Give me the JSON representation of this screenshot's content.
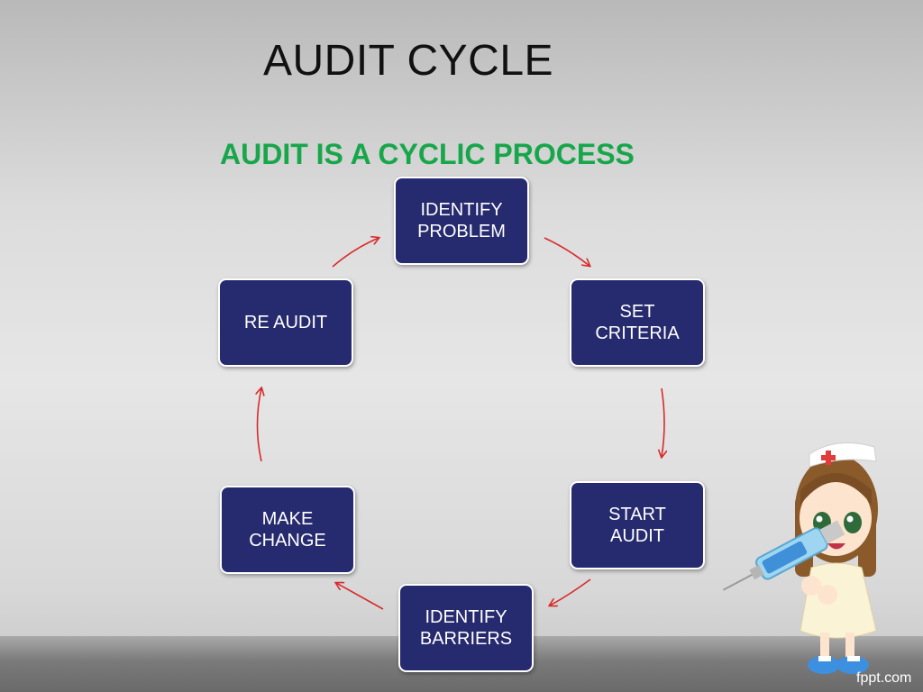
{
  "slide": {
    "title": "AUDIT CYCLE",
    "subtitle": "AUDIT IS A CYCLIC PROCESS",
    "watermark": "fppt.com"
  },
  "cycle": {
    "nodes": [
      {
        "label": "IDENTIFY\nPROBLEM"
      },
      {
        "label": "SET\nCRITERIA"
      },
      {
        "label": "START\nAUDIT"
      },
      {
        "label": "IDENTIFY\nBARRIERS"
      },
      {
        "label": "MAKE\nCHANGE"
      },
      {
        "label": "RE AUDIT"
      }
    ]
  },
  "colors": {
    "node_fill": "#262a6e",
    "subtitle": "#17a74a",
    "arrow": "#d92a2a"
  },
  "icons": {
    "nurse_illustration": "nurse-with-syringe-illustration"
  }
}
